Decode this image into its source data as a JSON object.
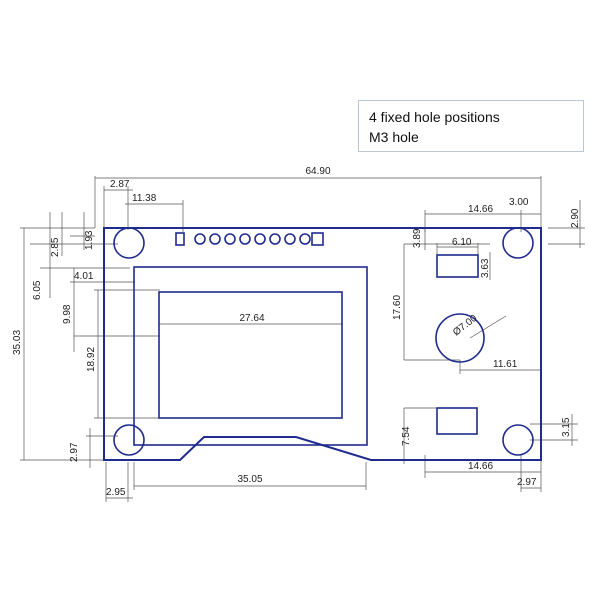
{
  "note": {
    "line1": "4 fixed hole positions",
    "line2": "M3 hole"
  },
  "dimensions": {
    "width_total": "64.90",
    "d_2_87": "2.87",
    "d_11_38": "11.38",
    "d_14_66_top": "14.66",
    "d_3_00": "3.00",
    "d_2_90": "2.90",
    "d_2_85": "2.85",
    "d_1_93": "1.93",
    "d_6_05": "6.05",
    "d_4_01": "4.01",
    "d_9_98": "9.98",
    "d_35_03": "35.03",
    "d_27_64": "27.64",
    "d_18_92": "18.92",
    "d_3_89": "3.89",
    "d_6_10": "6.10",
    "d_3_63": "3.63",
    "d_17_60": "17.60",
    "d_diameter": "Ø7.00",
    "d_11_61": "11.61",
    "d_7_54": "7.54",
    "d_3_15": "3.15",
    "d_2_97_left": "2.97",
    "d_35_05": "35.05",
    "d_14_66_bottom": "14.66",
    "d_2_95": "2.95",
    "d_2_97_right": "2.97"
  },
  "colors": {
    "outline": "#1f2b8e",
    "dimension_line": "#555555"
  }
}
